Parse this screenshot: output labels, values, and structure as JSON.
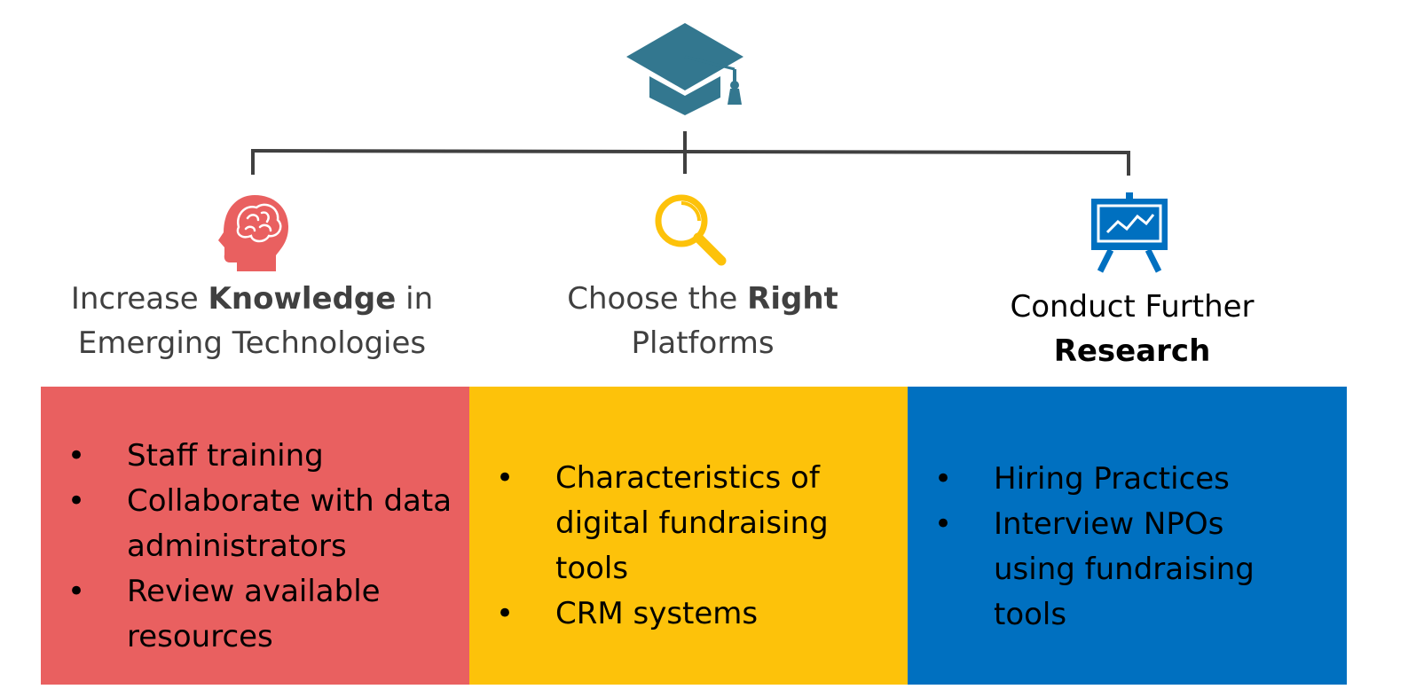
{
  "colors": {
    "cap": "#33778f",
    "connector": "#404040",
    "red": "#e96060",
    "yellow": "#fdc20a",
    "blue": "#0070c0"
  },
  "icons": {
    "top": "graduation-cap-icon",
    "branch_1": "brain-head-icon",
    "branch_2": "magnifying-glass-icon",
    "branch_3": "presentation-chart-icon"
  },
  "branches": [
    {
      "heading": {
        "before": "Increase ",
        "bold": "Knowledge",
        "after": " in",
        "line2": "Emerging Technologies"
      },
      "items": [
        "Staff training",
        "Collaborate with data",
        "administrators",
        "Review available",
        "resources"
      ]
    },
    {
      "heading": {
        "before": "Choose the ",
        "bold": "Right",
        "line2": "Platforms"
      },
      "items": [
        "Characteristics of",
        "digital fundraising",
        "tools",
        "CRM systems"
      ]
    },
    {
      "heading": {
        "line1": "Conduct Further",
        "bold": "Research"
      },
      "items": [
        "Hiring Practices",
        "Interview NPOs",
        "using fundraising",
        "tools"
      ]
    }
  ],
  "bullet_glyph": "•"
}
